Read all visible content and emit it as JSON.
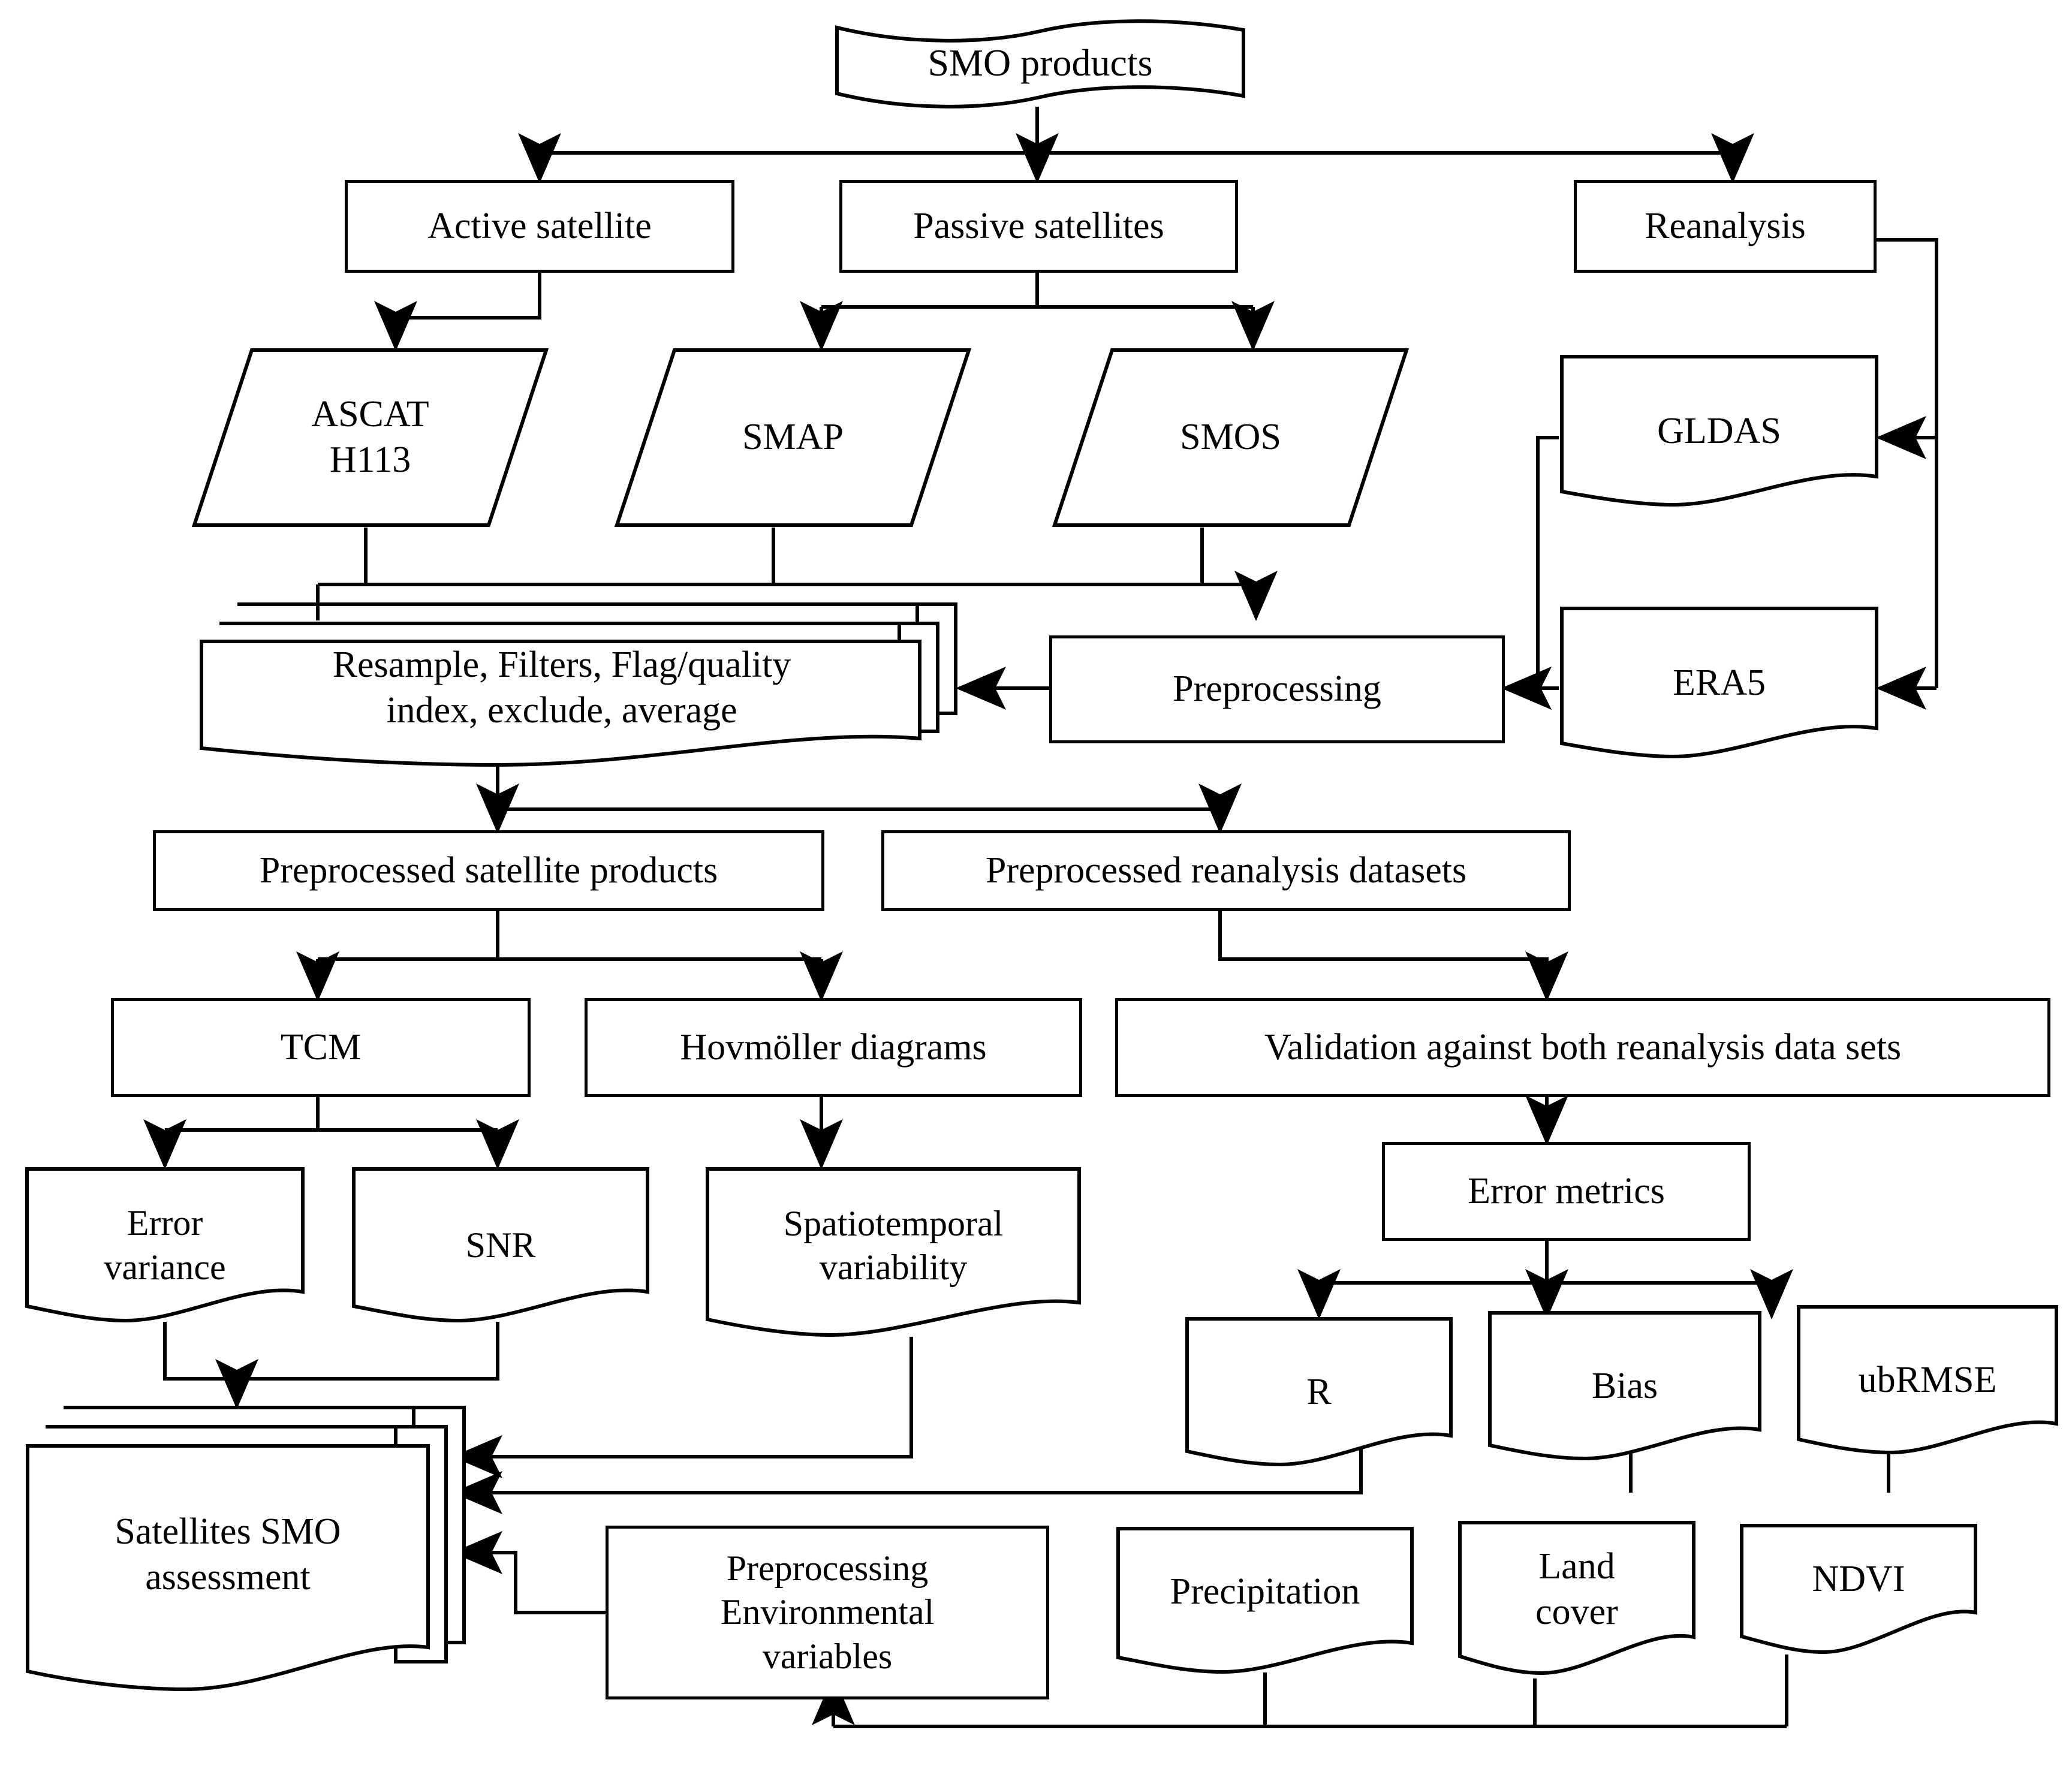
{
  "diagram": {
    "title": "SMO products processing and validation workflow",
    "stroke_color": "#000000",
    "background": "#ffffff",
    "nodes": {
      "smo_products": {
        "label": "SMO products",
        "shape": "document"
      },
      "active_satellite": {
        "label": "Active satellite",
        "shape": "rectangle"
      },
      "passive_satellites": {
        "label": "Passive satellites",
        "shape": "rectangle"
      },
      "reanalysis": {
        "label": "Reanalysis",
        "shape": "rectangle"
      },
      "ascat_h113": {
        "label": "ASCAT\nH113",
        "shape": "parallelogram"
      },
      "smap": {
        "label": "SMAP",
        "shape": "parallelogram"
      },
      "smos": {
        "label": "SMOS",
        "shape": "parallelogram"
      },
      "gldas": {
        "label": "GLDAS",
        "shape": "document"
      },
      "era5": {
        "label": "ERA5",
        "shape": "document"
      },
      "resample_filters": {
        "label": "Resample, Filters, Flag/quality\nindex, exclude, average",
        "shape": "document-stack"
      },
      "preprocessing": {
        "label": "Preprocessing",
        "shape": "rectangle"
      },
      "preprocessed_satellite": {
        "label": "Preprocessed  satellite products",
        "shape": "rectangle"
      },
      "preprocessed_reanalysis": {
        "label": "Preprocessed reanalysis datasets",
        "shape": "rectangle"
      },
      "tcm": {
        "label": "TCM",
        "shape": "rectangle"
      },
      "hovmoller": {
        "label": "Hovmöller diagrams",
        "shape": "rectangle"
      },
      "validation": {
        "label": "Validation against both reanalysis data sets",
        "shape": "rectangle"
      },
      "error_variance": {
        "label": "Error\nvariance",
        "shape": "document"
      },
      "snr": {
        "label": "SNR",
        "shape": "document"
      },
      "spatiotemporal": {
        "label": "Spatiotemporal\nvariability",
        "shape": "document"
      },
      "error_metrics": {
        "label": "Error metrics",
        "shape": "rectangle"
      },
      "r_metric": {
        "label": "R",
        "shape": "document"
      },
      "bias": {
        "label": "Bias",
        "shape": "document"
      },
      "ubrmse": {
        "label": "ubRMSE",
        "shape": "document"
      },
      "satellites_assessment": {
        "label": "Satellites SMO\nassessment",
        "shape": "document-stack"
      },
      "preproc_env_vars": {
        "label": "Preprocessing\nEnvironmental\nvariables",
        "shape": "rectangle"
      },
      "precipitation": {
        "label": "Precipitation",
        "shape": "document"
      },
      "land_cover": {
        "label": "Land\ncover",
        "shape": "document"
      },
      "ndvi": {
        "label": "NDVI",
        "shape": "document"
      }
    },
    "edges": [
      {
        "from": "smo_products",
        "to": "active_satellite"
      },
      {
        "from": "smo_products",
        "to": "passive_satellites"
      },
      {
        "from": "smo_products",
        "to": "reanalysis"
      },
      {
        "from": "active_satellite",
        "to": "ascat_h113"
      },
      {
        "from": "passive_satellites",
        "to": "smap"
      },
      {
        "from": "passive_satellites",
        "to": "smos"
      },
      {
        "from": "reanalysis",
        "to": "gldas"
      },
      {
        "from": "reanalysis",
        "to": "era5"
      },
      {
        "from": "ascat_h113",
        "to": "resample_filters"
      },
      {
        "from": "smap",
        "to": "resample_filters"
      },
      {
        "from": "smos",
        "to": "resample_filters"
      },
      {
        "from": "preprocessing",
        "to": "resample_filters"
      },
      {
        "from": "gldas",
        "to": "preprocessing"
      },
      {
        "from": "era5",
        "to": "preprocessing"
      },
      {
        "from": "resample_filters",
        "to": "preprocessed_satellite"
      },
      {
        "from": "resample_filters",
        "to": "preprocessed_reanalysis"
      },
      {
        "from": "preprocessed_satellite",
        "to": "tcm"
      },
      {
        "from": "preprocessed_satellite",
        "to": "hovmoller"
      },
      {
        "from": "preprocessed_reanalysis",
        "to": "validation"
      },
      {
        "from": "tcm",
        "to": "error_variance"
      },
      {
        "from": "tcm",
        "to": "snr"
      },
      {
        "from": "hovmoller",
        "to": "spatiotemporal"
      },
      {
        "from": "validation",
        "to": "error_metrics"
      },
      {
        "from": "error_metrics",
        "to": "r_metric"
      },
      {
        "from": "error_metrics",
        "to": "bias"
      },
      {
        "from": "error_metrics",
        "to": "ubrmse"
      },
      {
        "from": "error_variance",
        "to": "satellites_assessment"
      },
      {
        "from": "snr",
        "to": "satellites_assessment"
      },
      {
        "from": "spatiotemporal",
        "to": "satellites_assessment"
      },
      {
        "from": "r_metric",
        "to": "satellites_assessment"
      },
      {
        "from": "bias",
        "to": "satellites_assessment"
      },
      {
        "from": "ubrmse",
        "to": "satellites_assessment"
      },
      {
        "from": "preproc_env_vars",
        "to": "satellites_assessment"
      },
      {
        "from": "precipitation",
        "to": "preproc_env_vars"
      },
      {
        "from": "land_cover",
        "to": "preproc_env_vars"
      },
      {
        "from": "ndvi",
        "to": "preproc_env_vars"
      }
    ]
  }
}
